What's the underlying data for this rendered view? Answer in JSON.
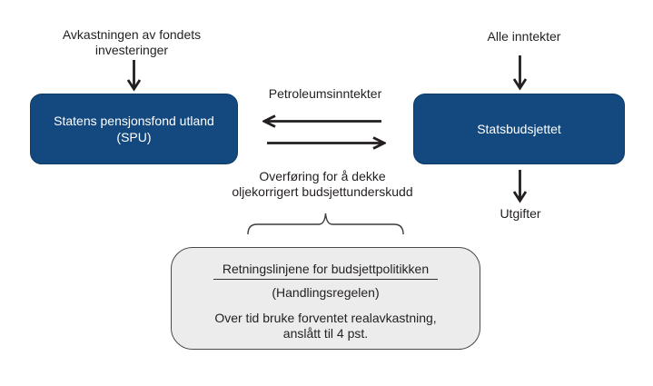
{
  "colors": {
    "box_blue": "#13497E",
    "box_blue_border": "#0D3A66",
    "gray_fill": "#ECECEC",
    "gray_border": "#4A4A4A",
    "text": "#231F20",
    "arrow": "#231F20"
  },
  "nodes": {
    "spu": {
      "label": "Statens pensjonsfond utland\n(SPU)"
    },
    "budget": {
      "label": "Statsbudsjettet"
    },
    "rule": {
      "title": "Retningslinjene for budsjettpolitikken",
      "subtitle": "(Handlingsregelen)",
      "body": "Over tid bruke forventet realavkastning,\nanslått til 4 pst."
    }
  },
  "flows": {
    "fund_return": "Avkastningen av fondets\ninvesteringer",
    "all_income": "Alle inntekter",
    "petroleum": "Petroleumsinntekter",
    "transfer": "Overføring for å dekke\noljekorrigert budsjettunderskudd",
    "expenses": "Utgifter"
  },
  "icons": {
    "down_arrow": "↓",
    "left_arrow": "←",
    "right_arrow": "→",
    "brace_up": "⏞"
  }
}
